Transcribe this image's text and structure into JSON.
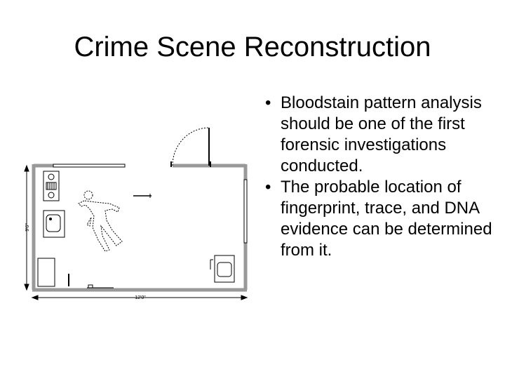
{
  "slide": {
    "title": "Crime Scene Reconstruction",
    "bullets": [
      "Bloodstain pattern analysis should be one of the first forensic investigations conducted.",
      "The probable location of fingerprint, trace, and DNA evidence can be determined from it."
    ]
  },
  "floor_plan": {
    "width_label": "12'0\"",
    "height_label": "9'6\""
  }
}
